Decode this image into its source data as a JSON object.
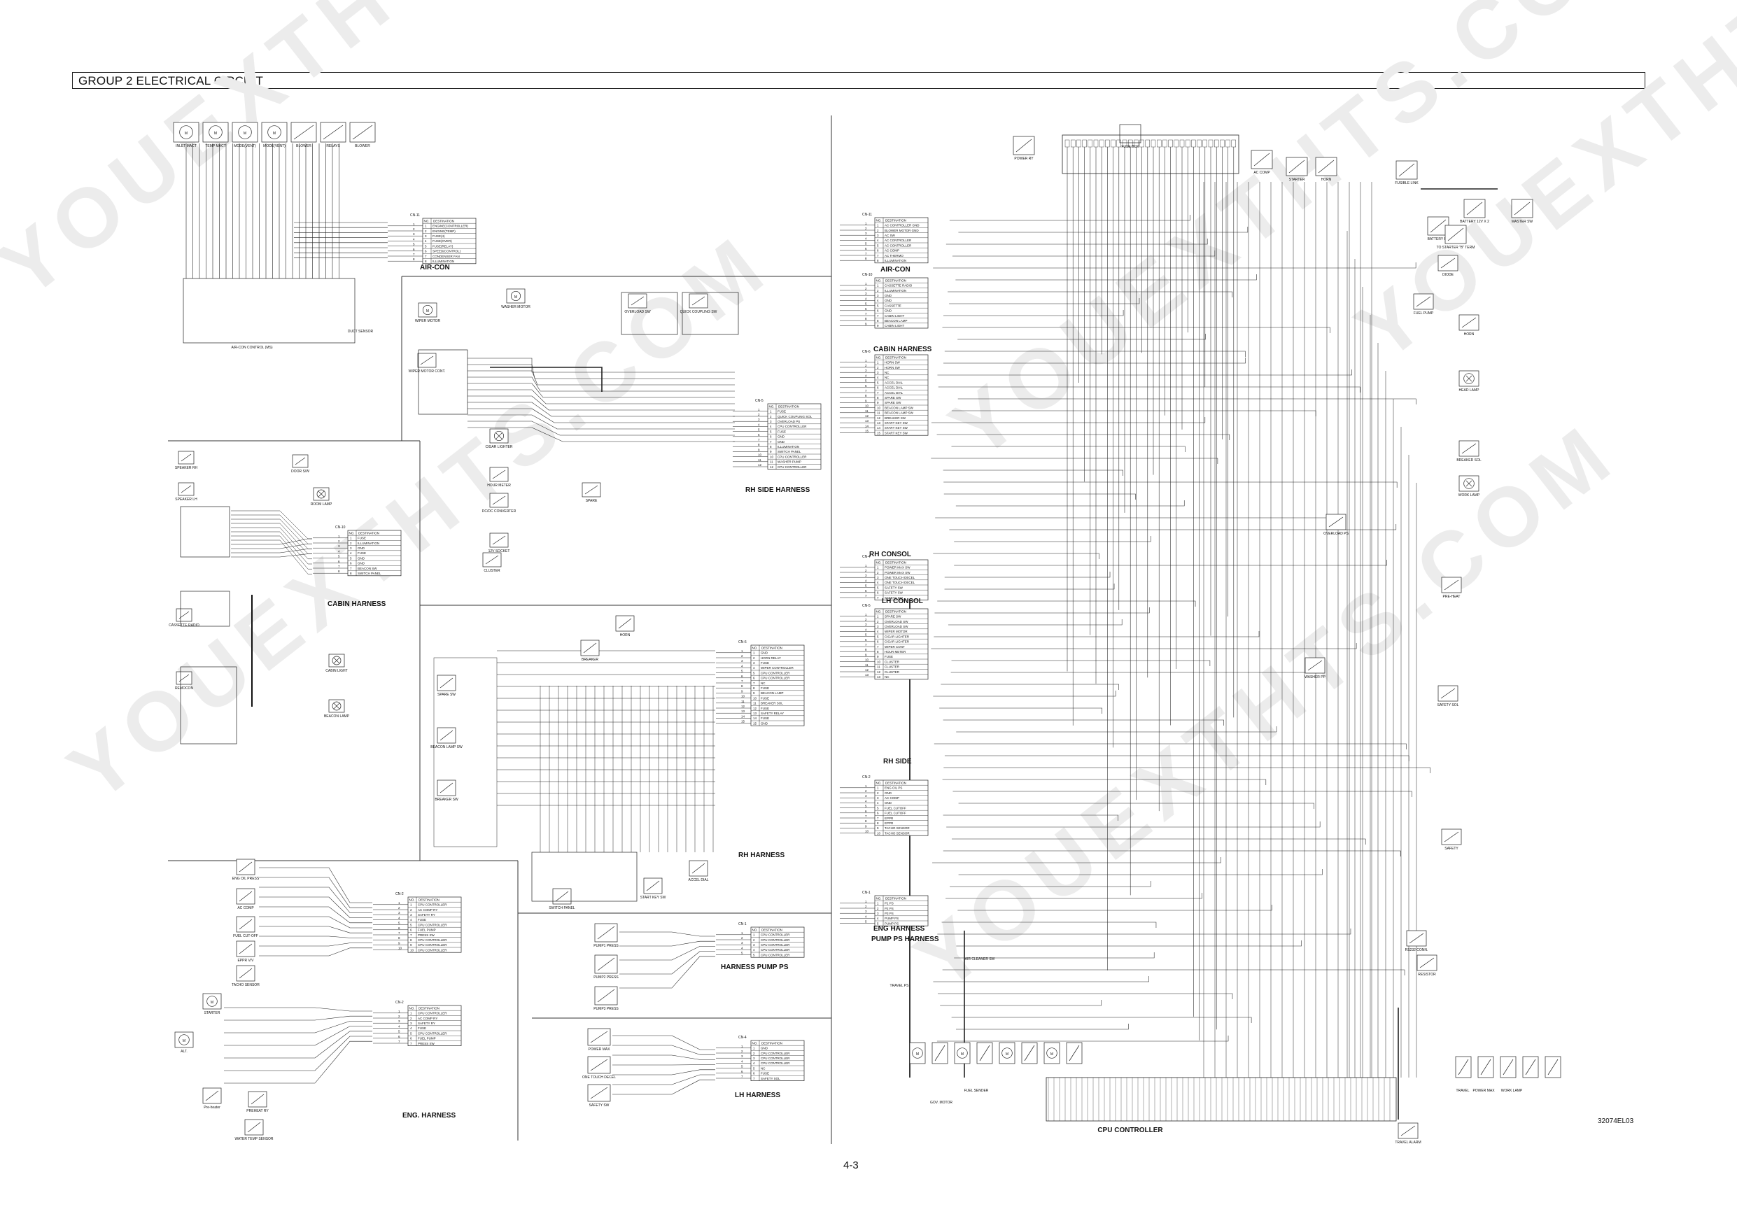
{
  "header": {
    "title": "GROUP 2  ELECTRICAL CIRCUIT"
  },
  "page_number": "4-3",
  "drawing_code": "32074EL03",
  "watermark": {
    "text": "YOUEXTHTS.COM"
  },
  "left_sheet": {
    "aircon": {
      "harness_label": "AIR-CON",
      "components": [
        "INLET MACT",
        "TEMP MACT",
        "MODE(VENT)",
        "MODE(VENT)",
        "BLOWER",
        "RELAYS",
        "BLOWER"
      ],
      "connector": "CN-11",
      "dest_header": [
        "NO.",
        "DESTINATION"
      ],
      "rows": [
        [
          "1",
          "ENGINE(CONTROLLER)"
        ],
        [
          "2",
          "ENGINE(TEMP)"
        ],
        [
          "3",
          "FUSE(4)"
        ],
        [
          "4",
          "FUSE(OVER)"
        ],
        [
          "5",
          "FUSE(RELAY)"
        ],
        [
          "6",
          "SPEED(CONTROL)"
        ],
        [
          "7",
          "CONDENSER FAN"
        ],
        [
          "8",
          "ILLUMINATION"
        ]
      ],
      "bottom_label": "AIR-CON CONTROL (MS)",
      "sensor_label": "DUCT SENSOR"
    },
    "cabin": {
      "harness_label": "CABIN HARNESS",
      "components": [
        "SPEAKER RH",
        "SPEAKER LH",
        "DOOR S/W",
        "ROOM LAMP",
        "CASSETTE RADIO",
        "REMOCON",
        "CABIN LIGHT",
        "BEACON LAMP"
      ],
      "connector": "CN-10",
      "dest_header": [
        "NO.",
        "DESTINATION"
      ],
      "rows": [
        [
          "1",
          "FUSE"
        ],
        [
          "2",
          "ILLUMINATION"
        ],
        [
          "3",
          "GND"
        ],
        [
          "4",
          "FUSE"
        ],
        [
          "5",
          "GND"
        ],
        [
          "6",
          "GND"
        ],
        [
          "7",
          "BEACON SW"
        ],
        [
          "8",
          "SWITCH PANEL"
        ]
      ]
    },
    "rh_side": {
      "harness_label": "RH SIDE HARNESS",
      "components": [
        "WIPER MOTOR",
        "WIPER MOTOR CONT.",
        "WASHER MOTOR",
        "OVERLOAD SW",
        "QUICK COUPLING SW",
        "CIGAR LIGHTER",
        "HOUR METER",
        "DC/DC CONVERTER",
        "12V SOCKET",
        "SPARE",
        "CLUSTER"
      ],
      "connector": "CN-5",
      "dest_header": [
        "NO.",
        "DESTINATION"
      ],
      "rows": [
        [
          "1",
          "FUSE"
        ],
        [
          "2",
          "QUICK COUPLING SOL"
        ],
        [
          "3",
          "OVERLOAD PS"
        ],
        [
          "4",
          "CPU CONTROLLER"
        ],
        [
          "5",
          "FUSE"
        ],
        [
          "6",
          "GND"
        ],
        [
          "7",
          "GND"
        ],
        [
          "8",
          "ILLUMINATION"
        ],
        [
          "9",
          "SWITCH PANEL"
        ],
        [
          "10",
          "CPU CONTROLLER"
        ],
        [
          "11",
          "WASHER PUMP"
        ],
        [
          "12",
          "CPU CONTROLLER"
        ]
      ]
    },
    "rh": {
      "harness_label": "RH HARNESS",
      "components": [
        "HORN",
        "BREAKER",
        "SPARE SW",
        "BEACON LAMP SW",
        "BREAKER SW",
        "START KEY SW",
        "ACCEL DIAL",
        "SWITCH PANEL"
      ],
      "connector": "CN-6",
      "dest_header": [
        "NO.",
        "DESTINATION"
      ],
      "rows": [
        [
          "1",
          "GND"
        ],
        [
          "2",
          "HORN RELAY"
        ],
        [
          "3",
          "FUSE"
        ],
        [
          "4",
          "WIPER CONTROLLER"
        ],
        [
          "5",
          "CPU CONTROLLER"
        ],
        [
          "6",
          "CPU CONTROLLER"
        ],
        [
          "7",
          "NC"
        ],
        [
          "8",
          "FUSE"
        ],
        [
          "9",
          "BEACON LAMP"
        ],
        [
          "10",
          "FUSE"
        ],
        [
          "11",
          "BREAKER SOL"
        ],
        [
          "12",
          "FUSE"
        ],
        [
          "13",
          "SAFETY RELAY"
        ],
        [
          "14",
          "FUSE"
        ],
        [
          "15",
          "GND"
        ]
      ]
    },
    "eng": {
      "harness_label": "ENG. HARNESS",
      "components": [
        "ENG OIL PRESS",
        "AC COMP",
        "FUEL CUT-OFF",
        "EPPR V/V",
        "TACHO SENSOR",
        "STARTER",
        "ALT.",
        "PREHEAT RY",
        "WATER TEMP SENSOR",
        "Pre-heater"
      ],
      "connector": "CN-2",
      "dest_header": [
        "NO.",
        "DESTINATION"
      ],
      "rows": [
        [
          "1",
          "CPU CONTROLLER"
        ],
        [
          "2",
          "AC COMP RY"
        ],
        [
          "3",
          "SAFETY RY"
        ],
        [
          "4",
          "FUSE"
        ],
        [
          "5",
          "CPU CONTROLLER"
        ],
        [
          "6",
          "FUEL PUMP"
        ],
        [
          "7",
          "PRESS SW"
        ],
        [
          "8",
          "CPU CONTROLLER"
        ],
        [
          "9",
          "CPU CONTROLLER"
        ],
        [
          "10",
          "CPU CONTROLLER"
        ]
      ]
    },
    "pump_ps": {
      "harness_label": "HARNESS PUMP PS",
      "components": [
        "PUMP1 PRESS",
        "PUMP2 PRESS",
        "PUMP3 PRESS"
      ],
      "connector": "CN-1",
      "dest_header": [
        "NO.",
        "DESTINATION"
      ],
      "rows": [
        [
          "1",
          "CPU CONTROLLER"
        ],
        [
          "2",
          "CPU CONTROLLER"
        ],
        [
          "3",
          "CPU CONTROLLER"
        ],
        [
          "4",
          "CPU CONTROLLER"
        ],
        [
          "5",
          "CPU CONTROLLER"
        ]
      ]
    },
    "lh": {
      "harness_label": "LH HARNESS",
      "components": [
        "POWER MAX",
        "ONE TOUCH DECEL",
        "SAFETY SW"
      ],
      "connector": "CN-4",
      "dest_header": [
        "NO.",
        "DESTINATION"
      ],
      "rows": [
        [
          "1",
          "GND"
        ],
        [
          "2",
          "CPU CONTROLLER"
        ],
        [
          "3",
          "CPU CONTROLLER"
        ],
        [
          "4",
          "CPU CONTROLLER"
        ],
        [
          "5",
          "NC"
        ],
        [
          "6",
          "FUSE"
        ],
        [
          "7",
          "SAFETY SOL"
        ]
      ]
    }
  },
  "right_sheet": {
    "top_components": [
      "POWER RY",
      "FUSE BOX",
      "AC COMP",
      "STARTER",
      "HORN",
      "FUSIBLE LINK",
      "BATTERY 12V X 2",
      "MASTER SW",
      "BATTERY RY",
      "TO STARTER \"B\" TERM"
    ],
    "right_components": [
      "DIODE",
      "FUEL PUMP",
      "HORN",
      "HEAD LAMP",
      "BREAKER SOL",
      "WORK LAMP",
      "OVERLOAD PS",
      "PRE-HEAT",
      "WASHER PP",
      "SAFETY SOL",
      "SAFETY",
      "TRAVEL ALARM",
      "RS232 CONN.",
      "RESISTOR"
    ],
    "tables": [
      {
        "title": "AIR-CON",
        "connector": "CN-11",
        "header": [
          "NO.",
          "DESTINATION"
        ],
        "rows": [
          [
            "1",
            "AC CONTROLLER GND"
          ],
          [
            "2",
            "BLOWER MOTOR GND"
          ],
          [
            "3",
            "AC SW"
          ],
          [
            "4",
            "AC CONTROLLER"
          ],
          [
            "5",
            "AC CONTROLLER"
          ],
          [
            "6",
            "AC COMP"
          ],
          [
            "7",
            "AC THERMO"
          ],
          [
            "8",
            "ILLUMINATION"
          ]
        ]
      },
      {
        "title": "CABIN HARNESS",
        "connector": "CN-10",
        "header": [
          "NO.",
          "DESTINATION"
        ],
        "rows": [
          [
            "1",
            "CASSETTE RADIO"
          ],
          [
            "2",
            "ILLUMINATION"
          ],
          [
            "3",
            "GND"
          ],
          [
            "4",
            "GND"
          ],
          [
            "5",
            "CASSETTE"
          ],
          [
            "6",
            "GND"
          ],
          [
            "7",
            "CABIN LIGHT"
          ],
          [
            "8",
            "BEACON LAMP"
          ],
          [
            "9",
            "CABIN LIGHT"
          ]
        ]
      },
      {
        "title": "RH CONSOL",
        "connector": "CN-6",
        "header": [
          "NO.",
          "DESTINATION"
        ],
        "rows": [
          [
            "1",
            "HORN SW"
          ],
          [
            "2",
            "HORN SW"
          ],
          [
            "3",
            "NC"
          ],
          [
            "4",
            "NC"
          ],
          [
            "5",
            "ACCEL DIAL"
          ],
          [
            "6",
            "ACCEL DIAL"
          ],
          [
            "7",
            "ACCEL DIAL"
          ],
          [
            "8",
            "SPARE SW"
          ],
          [
            "9",
            "SPARE SW"
          ],
          [
            "10",
            "BEACON LAMP SW"
          ],
          [
            "11",
            "BEACON LAMP SW"
          ],
          [
            "12",
            "BREAKER SW"
          ],
          [
            "13",
            "START KEY SW"
          ],
          [
            "14",
            "START KEY SW"
          ],
          [
            "15",
            "START KEY SW"
          ]
        ]
      },
      {
        "title": "LH CONSOL",
        "connector": "CN-4",
        "header": [
          "NO.",
          "DESTINATION"
        ],
        "rows": [
          [
            "1",
            "POWER MAX SW"
          ],
          [
            "2",
            "POWER MAX SW"
          ],
          [
            "3",
            "ONE TOUCH DECEL"
          ],
          [
            "4",
            "ONE TOUCH DECEL"
          ],
          [
            "5",
            "SAFETY SW"
          ],
          [
            "6",
            "SAFETY SW"
          ],
          [
            "7",
            "SAFETY SW"
          ]
        ]
      },
      {
        "title": "RH SIDE",
        "connector": "CN-5",
        "header": [
          "NO.",
          "DESTINATION"
        ],
        "rows": [
          [
            "1",
            "SPARE SW"
          ],
          [
            "2",
            "OVERLOAD SW"
          ],
          [
            "3",
            "OVERLOAD SW"
          ],
          [
            "4",
            "WIPER MOTOR"
          ],
          [
            "5",
            "CIGAR LIGHTER"
          ],
          [
            "6",
            "CIGAR LIGHTER"
          ],
          [
            "7",
            "WIPER CONT"
          ],
          [
            "8",
            "HOUR METER"
          ],
          [
            "9",
            "FUSE"
          ],
          [
            "10",
            "CLUSTER"
          ],
          [
            "11",
            "CLUSTER"
          ],
          [
            "12",
            "CLUSTER"
          ],
          [
            "13",
            "NC"
          ]
        ]
      },
      {
        "title": "ENG HARNESS",
        "connector": "CN-2",
        "header": [
          "NO.",
          "DESTINATION"
        ],
        "rows": [
          [
            "1",
            "ENG OIL PS"
          ],
          [
            "2",
            "GND"
          ],
          [
            "3",
            "AC COMP"
          ],
          [
            "4",
            "GND"
          ],
          [
            "5",
            "FUEL CUTOFF"
          ],
          [
            "6",
            "FUEL CUTOFF"
          ],
          [
            "7",
            "EPPR"
          ],
          [
            "8",
            "EPPR"
          ],
          [
            "9",
            "TACHO SENSOR"
          ],
          [
            "10",
            "TACHO SENSOR"
          ]
        ]
      },
      {
        "title": "PUMP PS HARNESS",
        "connector": "CN-1",
        "header": [
          "NO.",
          "DESTINATION"
        ],
        "rows": [
          [
            "1",
            "P1 PS"
          ],
          [
            "2",
            "P2 PS"
          ],
          [
            "3",
            "P3 PS"
          ],
          [
            "4",
            "PUMP PS"
          ],
          [
            "5",
            "PUMP PS"
          ]
        ]
      }
    ],
    "bottom_labels": [
      "CPU CONTROLLER",
      "GOV. MOTOR",
      "TRAVEL PS",
      "FUEL SENDER",
      "TRAVEL",
      "POWER MAX",
      "WORK LAMP",
      "AIR CLEANER SW"
    ]
  }
}
